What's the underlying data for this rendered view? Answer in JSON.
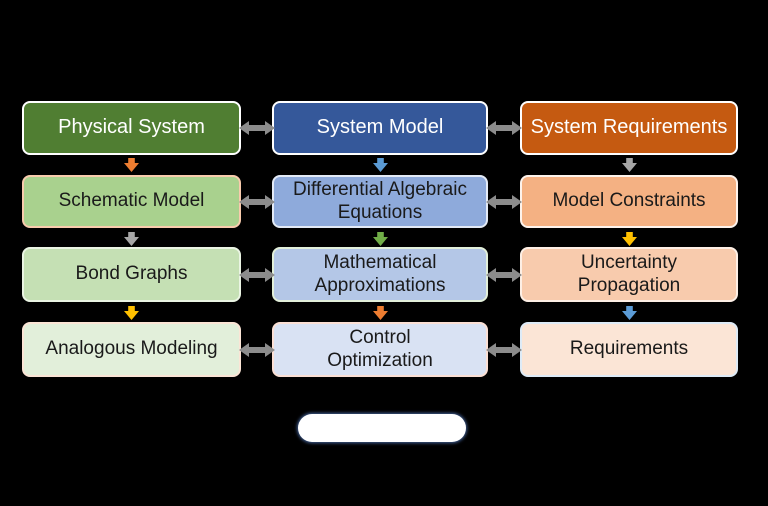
{
  "diagram": {
    "background_color": "#000000",
    "boxes": [
      {
        "id": "physical-system",
        "row": 1,
        "col": 1,
        "label": "Physical System",
        "bg": "#507E32",
        "border": "#FFFFFF",
        "text_color": "#FFFFFF"
      },
      {
        "id": "system-model",
        "row": 1,
        "col": 2,
        "label": "System Model",
        "bg": "#35589A",
        "border": "#FFFFFF",
        "text_color": "#FFFFFF"
      },
      {
        "id": "system-requirements",
        "row": 1,
        "col": 3,
        "label": "System Requirements",
        "bg": "#C55A11",
        "border": "#FFFFFF",
        "text_color": "#FFFFFF"
      },
      {
        "id": "schematic-model",
        "row": 2,
        "col": 1,
        "label": "Schematic Model",
        "bg": "#A9D18E",
        "border": "#F8CBAD",
        "text_color": "#1A1A1A"
      },
      {
        "id": "differential-algebraic-equations",
        "row": 2,
        "col": 2,
        "label": "Differential Algebraic\nEquations",
        "bg": "#8EAADB",
        "border": "#E3EAF6",
        "text_color": "#1A1A1A"
      },
      {
        "id": "model-constraints",
        "row": 2,
        "col": 3,
        "label": "Model Constraints",
        "bg": "#F4B183",
        "border": "#FDF3EC",
        "text_color": "#1A1A1A"
      },
      {
        "id": "bond-graphs",
        "row": 3,
        "col": 1,
        "label": "Bond Graphs",
        "bg": "#C5E0B4",
        "border": "#EAF4E3",
        "text_color": "#1A1A1A"
      },
      {
        "id": "mathematical-approximations",
        "row": 3,
        "col": 2,
        "label": "Mathematical\nApproximations",
        "bg": "#B4C7E7",
        "border": "#E2EFDA",
        "text_color": "#1A1A1A"
      },
      {
        "id": "uncertainty-propagation",
        "row": 3,
        "col": 3,
        "label": "Uncertainty\nPropagation",
        "bg": "#F8CBAD",
        "border": "#FDEFE5",
        "text_color": "#1A1A1A"
      },
      {
        "id": "analogous-modeling",
        "row": 4,
        "col": 1,
        "label": "Analogous Modeling",
        "bg": "#E2EFDA",
        "border": "#FBE5D6",
        "text_color": "#1A1A1A"
      },
      {
        "id": "control-optimization",
        "row": 4,
        "col": 2,
        "label": "Control\nOptimization",
        "bg": "#D9E2F3",
        "border": "#FBE0D5",
        "text_color": "#1A1A1A"
      },
      {
        "id": "requirements",
        "row": 4,
        "col": 3,
        "label": "Requirements",
        "bg": "#FBE5D6",
        "border": "#DEEBF7",
        "text_color": "#1A1A1A"
      }
    ],
    "arrows": {
      "horizontal_color": "#8C8C8C",
      "horizontal": [
        {
          "row": 1,
          "between": "physical-system and system-model"
        },
        {
          "row": 1,
          "between": "system-model and system-requirements"
        },
        {
          "row": 2,
          "between": "schematic-model and differential-algebraic-equations"
        },
        {
          "row": 2,
          "between": "differential-algebraic-equations and model-constraints"
        },
        {
          "row": 3,
          "between": "bond-graphs and mathematical-approximations"
        },
        {
          "row": 3,
          "between": "mathematical-approximations and uncertainty-propagation"
        },
        {
          "row": 4,
          "between": "analogous-modeling and control-optimization"
        },
        {
          "row": 4,
          "between": "control-optimization and requirements"
        }
      ],
      "vertical": [
        {
          "from": "physical-system",
          "to": "schematic-model",
          "color": "#ED7D31"
        },
        {
          "from": "system-model",
          "to": "differential-algebraic-equations",
          "color": "#5B9BD5"
        },
        {
          "from": "system-requirements",
          "to": "model-constraints",
          "color": "#A6A6A6"
        },
        {
          "from": "schematic-model",
          "to": "bond-graphs",
          "color": "#A6A6A6"
        },
        {
          "from": "differential-algebraic-equations",
          "to": "mathematical-approximations",
          "color": "#70AD47"
        },
        {
          "from": "model-constraints",
          "to": "uncertainty-propagation",
          "color": "#FFC000"
        },
        {
          "from": "bond-graphs",
          "to": "analogous-modeling",
          "color": "#FFC000"
        },
        {
          "from": "mathematical-approximations",
          "to": "control-optimization",
          "color": "#ED7D31"
        },
        {
          "from": "uncertainty-propagation",
          "to": "requirements",
          "color": "#5B9BD5"
        }
      ]
    },
    "footer_pill": {
      "text": ""
    }
  }
}
